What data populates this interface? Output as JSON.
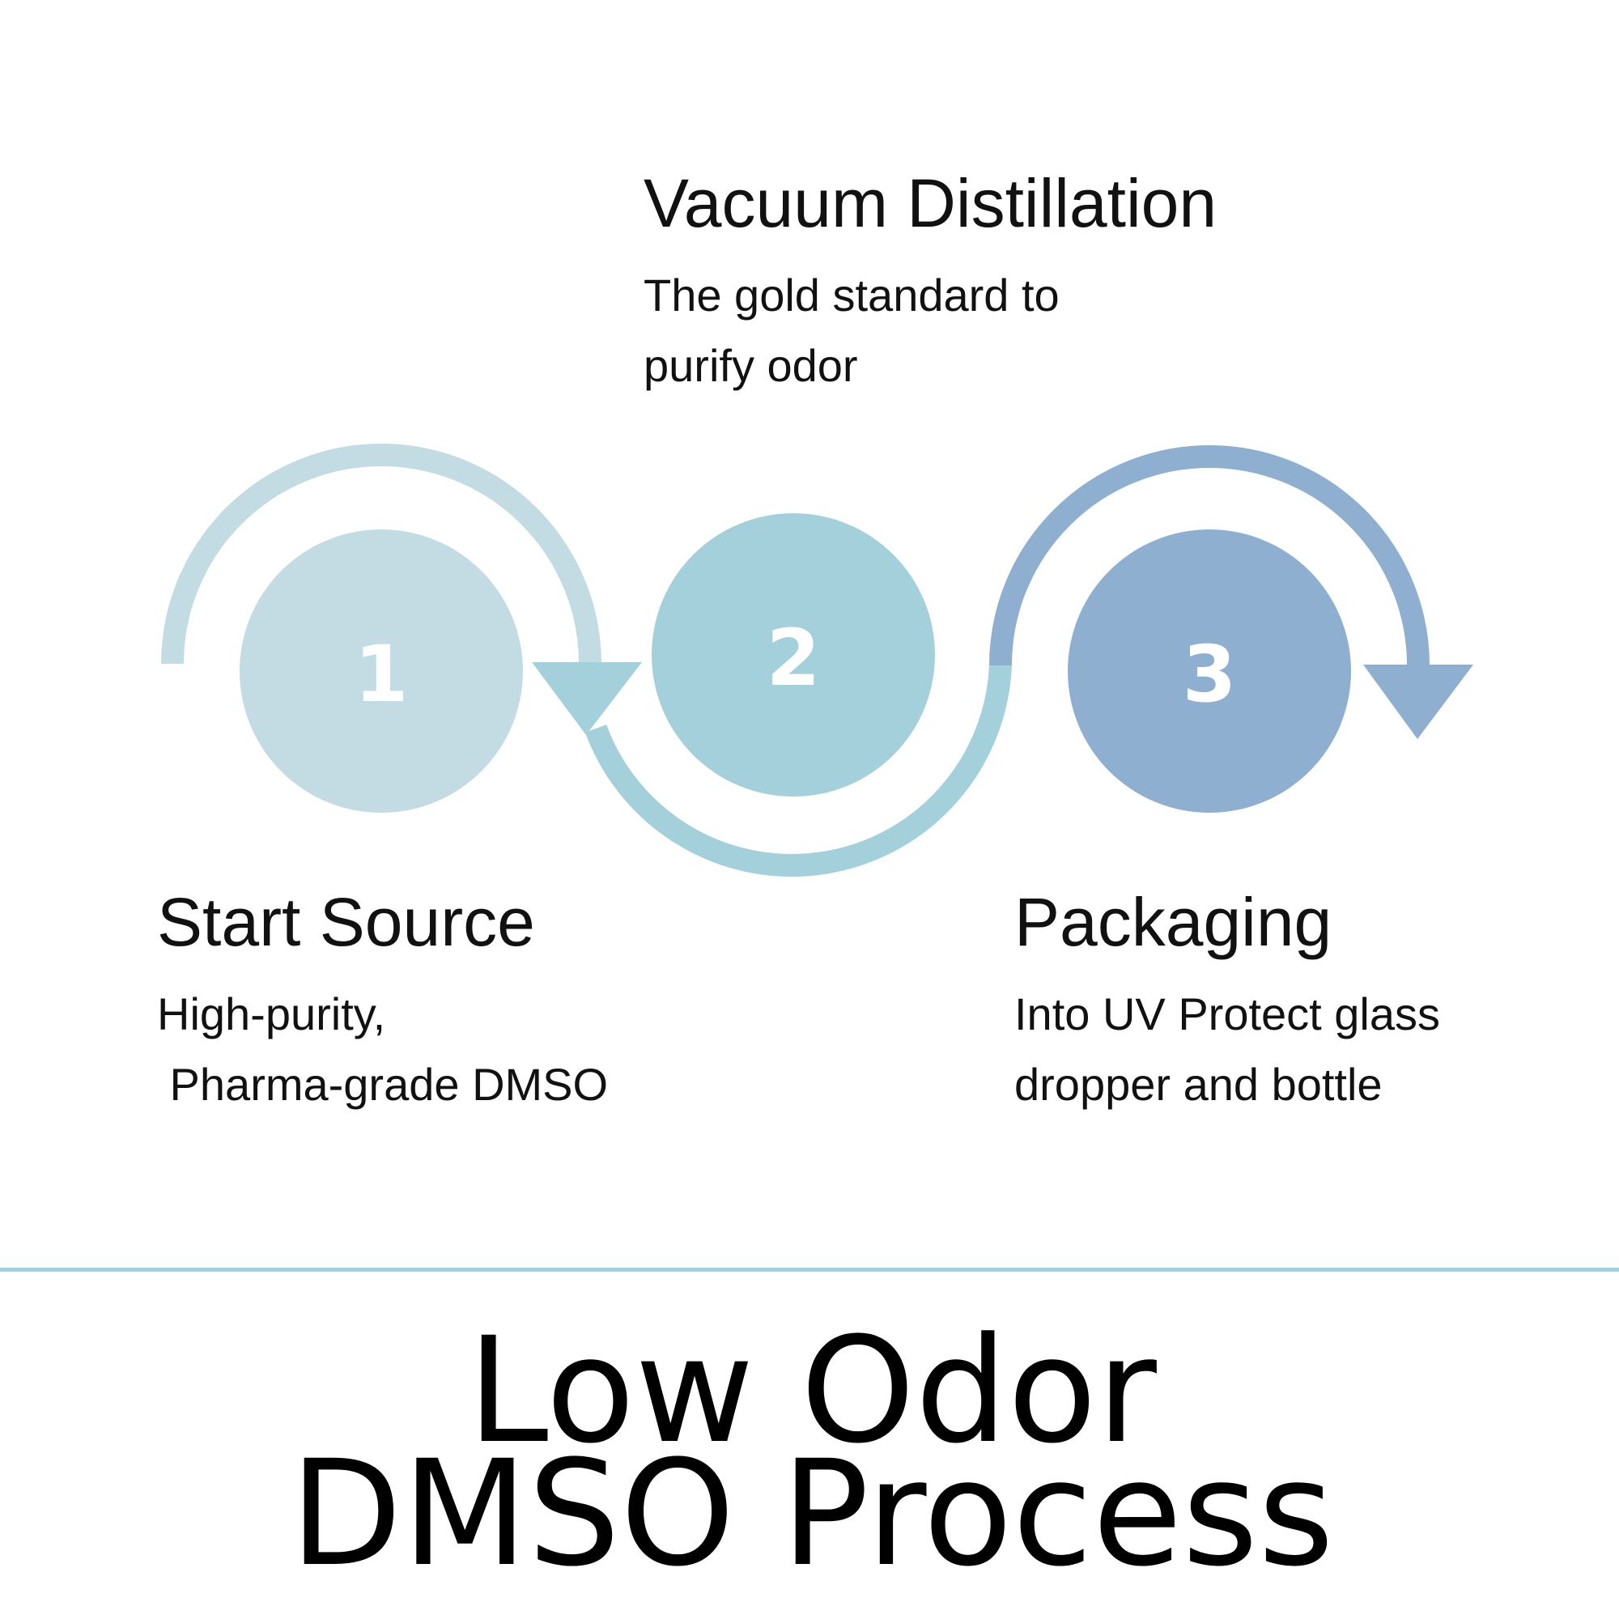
{
  "colors": {
    "step1": "#c3dbe2",
    "step2": "#a4d0dc",
    "step3": "#8fafd0",
    "divider": "#a4d0dc"
  },
  "steps": [
    {
      "number": "1",
      "title": "Start Source",
      "lines": [
        "High-purity,",
        " Pharma-grade DMSO"
      ]
    },
    {
      "number": "2",
      "title": "Vacuum Distillation",
      "lines": [
        "The gold standard to",
        "purify odor"
      ]
    },
    {
      "number": "3",
      "title": "Packaging",
      "lines": [
        "Into UV Protect glass",
        "dropper and bottle"
      ]
    }
  ],
  "title": {
    "line1": "Low Odor",
    "line2": "DMSO Process"
  }
}
